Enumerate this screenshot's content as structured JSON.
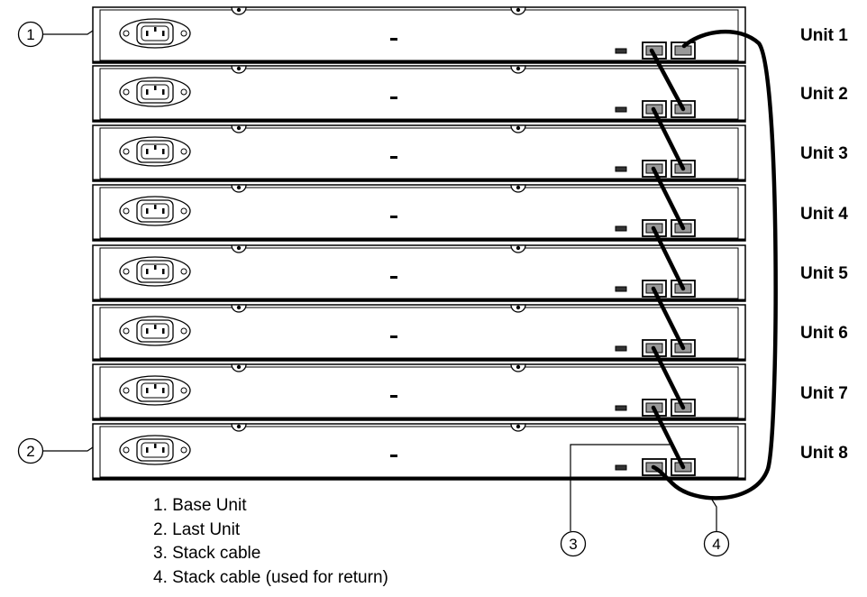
{
  "units": [
    {
      "label": "Unit 1"
    },
    {
      "label": "Unit 2"
    },
    {
      "label": "Unit 3"
    },
    {
      "label": "Unit 4"
    },
    {
      "label": "Unit 5"
    },
    {
      "label": "Unit 6"
    },
    {
      "label": "Unit 7"
    },
    {
      "label": "Unit 8"
    }
  ],
  "callouts": [
    "1",
    "2",
    "3",
    "4"
  ],
  "legend": [
    "1. Base Unit",
    "2. Last Unit",
    "3. Stack cable",
    "4. Stack cable (used for return)"
  ],
  "colors": {
    "line": "#000000",
    "chassis": "#ffffff",
    "cable": "#000000"
  }
}
